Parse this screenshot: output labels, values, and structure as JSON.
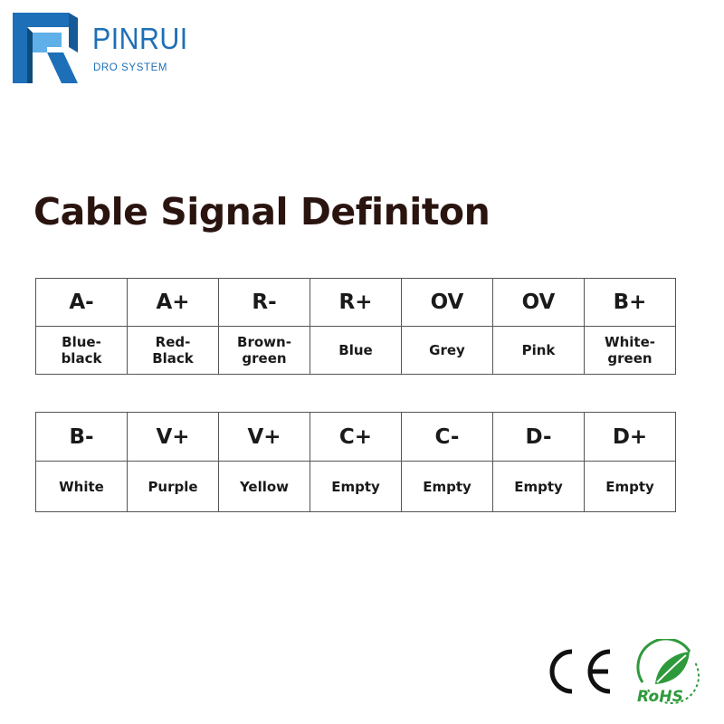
{
  "brand": {
    "name": "PINRUI",
    "subtitle": "DRO SYSTEM",
    "primary_color": "#1d6fb7",
    "secondary_color": "#5fb0e8"
  },
  "title": "Cable Signal Definiton",
  "table1": {
    "signals": [
      "A-",
      "A+",
      "R-",
      "R+",
      "OV",
      "OV",
      "B+"
    ],
    "colors": [
      "Blue-black",
      "Red-Black",
      "Brown-green",
      "Blue",
      "Grey",
      "Pink",
      "White-green"
    ]
  },
  "table2": {
    "signals": [
      "B-",
      "V+",
      "V+",
      "C+",
      "C-",
      "D-",
      "D+"
    ],
    "colors": [
      "White",
      "Purple",
      "Yellow",
      "Empty",
      "Empty",
      "Empty",
      "Empty"
    ]
  },
  "certifications": {
    "ce": "CE",
    "rohs": "RoHS",
    "rohs_color": "#2f9a3c"
  }
}
